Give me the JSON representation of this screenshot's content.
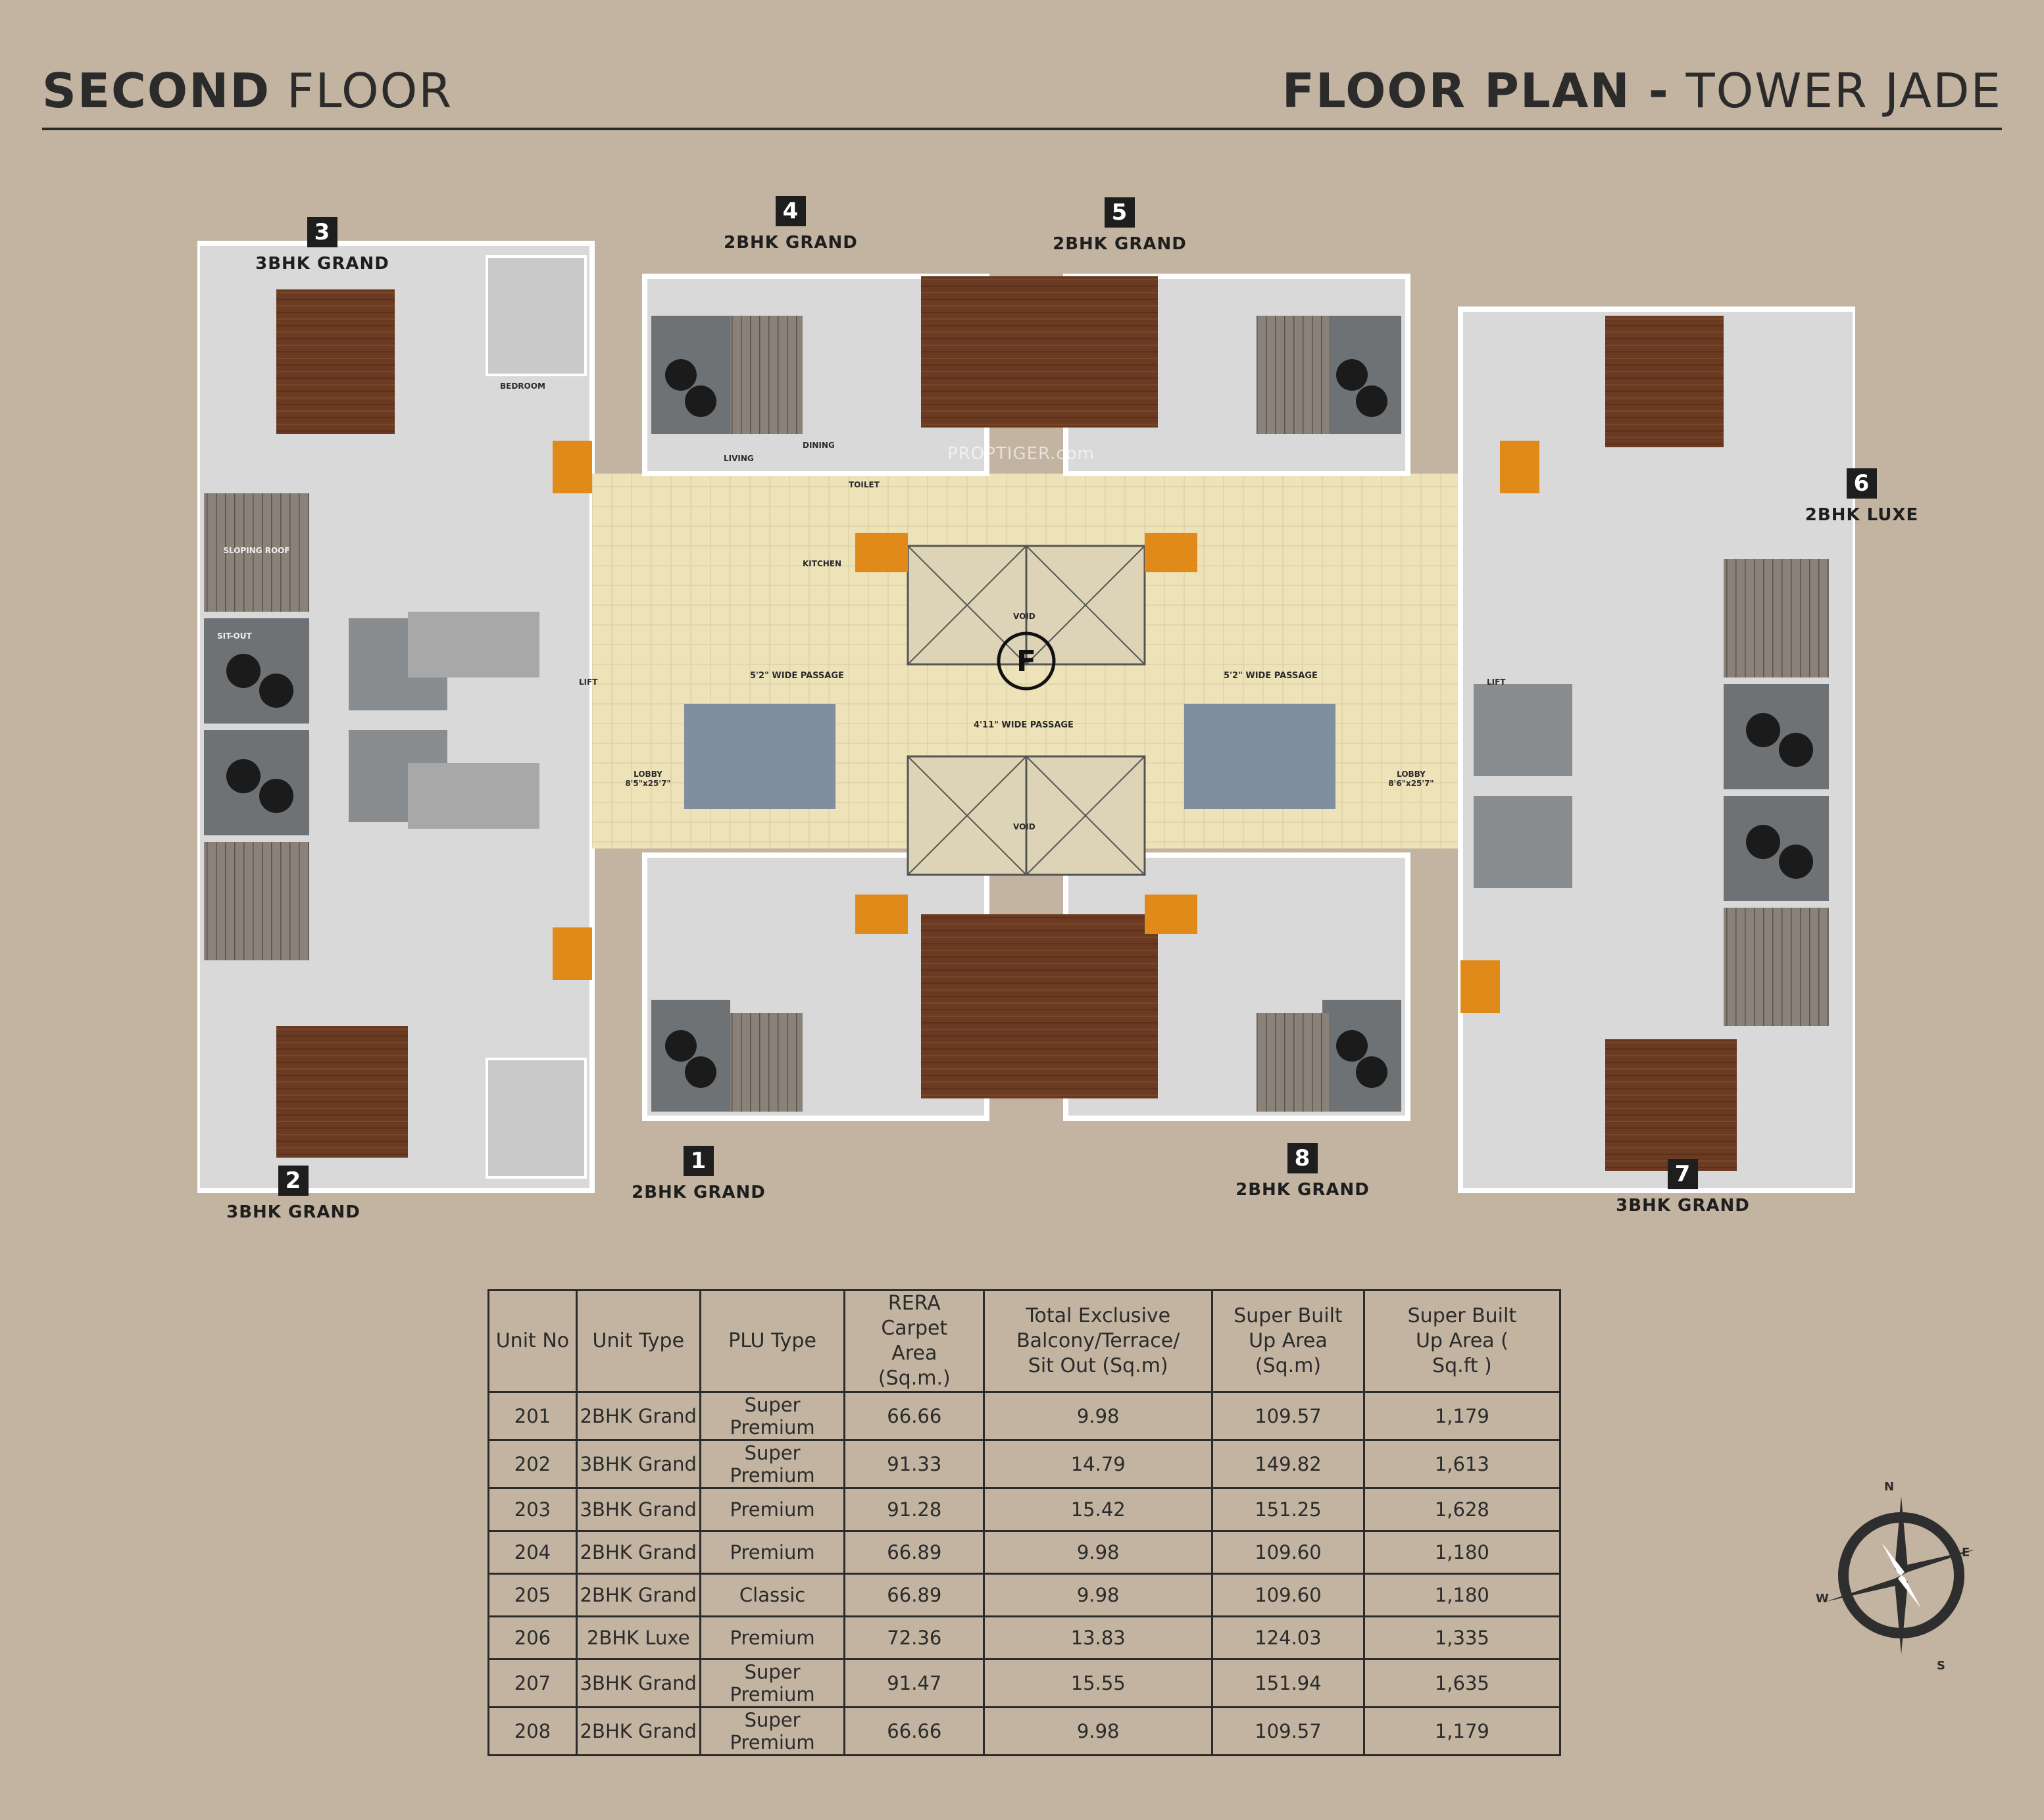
{
  "header": {
    "left_bold": "SECOND",
    "left_light": " FLOOR",
    "right_bold": "FLOOR PLAN -",
    "right_light": "TOWER JADE"
  },
  "watermark": "PROPTIGER.com",
  "units": [
    {
      "num": "3",
      "type": "3BHK GRAND"
    },
    {
      "num": "4",
      "type": "2BHK GRAND"
    },
    {
      "num": "5",
      "type": "2BHK GRAND"
    },
    {
      "num": "6",
      "type": "2BHK LUXE"
    },
    {
      "num": "2",
      "type": "3BHK GRAND"
    },
    {
      "num": "1",
      "type": "2BHK GRAND"
    },
    {
      "num": "8",
      "type": "2BHK GRAND"
    },
    {
      "num": "7",
      "type": "3BHK GRAND"
    }
  ],
  "plan_labels": {
    "passage_left": "5'2\" WIDE PASSAGE",
    "passage_right": "5'2\" WIDE PASSAGE",
    "passage_center": "4'11\" WIDE PASSAGE",
    "lobby_left": "LOBBY 8'5\"x25'7\"",
    "lobby_right": "LOBBY 8'6\"x25'7\"",
    "void_top": "VOID",
    "void_bottom": "VOID",
    "fire": "F",
    "lift": "LIFT",
    "sloping_roof": "SLOPING ROOF",
    "sit_out": "SIT-OUT",
    "bedroom": "BEDROOM",
    "living": "LIVING",
    "dining": "DINING",
    "kitchen": "KITCHEN",
    "toilet": "TOILET"
  },
  "compass": {
    "n": "N",
    "e": "E",
    "s": "S",
    "w": "W"
  },
  "table": {
    "headers": [
      "Unit No",
      "Unit Type",
      "PLU Type",
      "RERA Carpet Area (Sq.m.)",
      "Total Exclusive Balcony/Terrace/ Sit Out (Sq.m)",
      "Super Built Up Area (Sq.m)",
      "Super Built Up Area ( Sq.ft )"
    ],
    "rows": [
      [
        "201",
        "2BHK Grand",
        "Super Premium",
        "66.66",
        "9.98",
        "109.57",
        "1,179"
      ],
      [
        "202",
        "3BHK Grand",
        "Super Premium",
        "91.33",
        "14.79",
        "149.82",
        "1,613"
      ],
      [
        "203",
        "3BHK Grand",
        "Premium",
        "91.28",
        "15.42",
        "151.25",
        "1,628"
      ],
      [
        "204",
        "2BHK Grand",
        "Premium",
        "66.89",
        "9.98",
        "109.60",
        "1,180"
      ],
      [
        "205",
        "2BHK Grand",
        "Classic",
        "66.89",
        "9.98",
        "109.60",
        "1,180"
      ],
      [
        "206",
        "2BHK Luxe",
        "Premium",
        "72.36",
        "13.83",
        "124.03",
        "1,335"
      ],
      [
        "207",
        "3BHK Grand",
        "Super Premium",
        "91.47",
        "15.55",
        "151.94",
        "1,635"
      ],
      [
        "208",
        "2BHK Grand",
        "Super Premium",
        "66.66",
        "9.98",
        "109.57",
        "1,179"
      ]
    ]
  }
}
